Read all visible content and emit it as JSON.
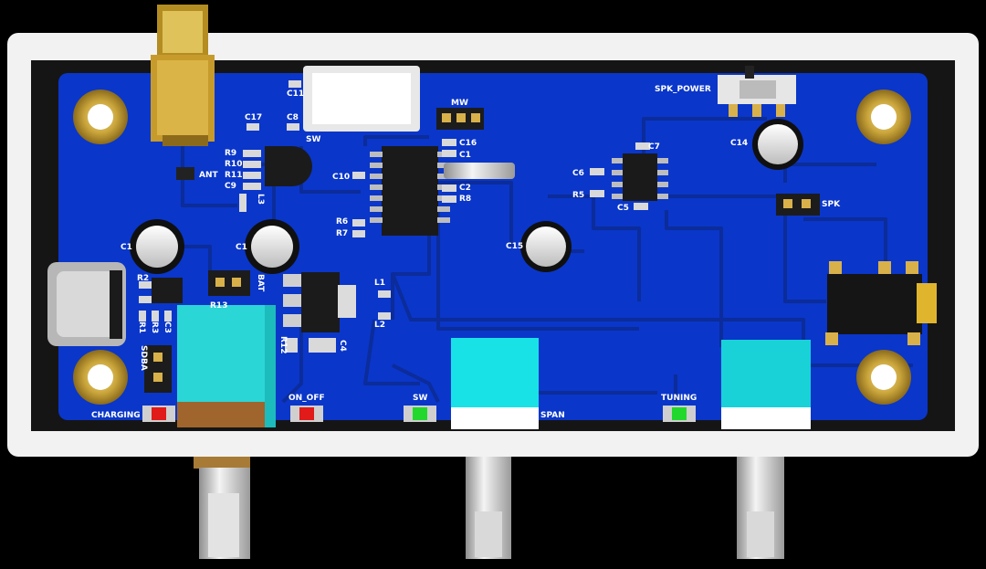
{
  "board": {
    "colors": {
      "enclosure": "#f2f2f2",
      "bezel": "#151515",
      "pcb": "#0a36c9",
      "trace": "#0b2c9a",
      "silkscreen": "#ffffff",
      "gold": "#c9a43a",
      "knob_cap": "#22e0e8"
    },
    "labels": {
      "c11": "C11",
      "c17": "C17",
      "c8": "C8",
      "sw_top": "SW",
      "mw": "MW",
      "spk_power": "SPK_POWER",
      "c16": "C16",
      "c1": "C1",
      "c2": "C2",
      "r8": "R8",
      "c10": "C10",
      "r6": "R6",
      "r7": "R7",
      "r9": "R9",
      "r10": "R10",
      "r11": "R11",
      "c9": "C9",
      "l3": "L3",
      "ant": "ANT",
      "c7": "C7",
      "c6": "C6",
      "r5": "R5",
      "c5": "C5",
      "c14": "C14",
      "spk": "SPK",
      "c1_left": "C1",
      "c13": "C1",
      "c15": "C15",
      "r2": "R2",
      "bat": "BAT",
      "r13": "R13",
      "l1": "L1",
      "l2": "L2",
      "c4": "C4",
      "r12": "R12",
      "r1": "R1",
      "r3": "R3",
      "c3": "C3",
      "sdba": "SDBA",
      "charging": "CHARGING",
      "on_off": "ON_OFF",
      "sw_led": "SW",
      "span": "SPAN",
      "tuning": "TUNING"
    },
    "icons": {
      "usb_c": "usb-c-connector-icon",
      "sma": "sma-antenna-connector-icon",
      "audio_jack": "audio-jack-icon",
      "knob": "rotary-knob-icon",
      "led": "led-icon",
      "slide_switch": "slide-switch-icon"
    }
  }
}
